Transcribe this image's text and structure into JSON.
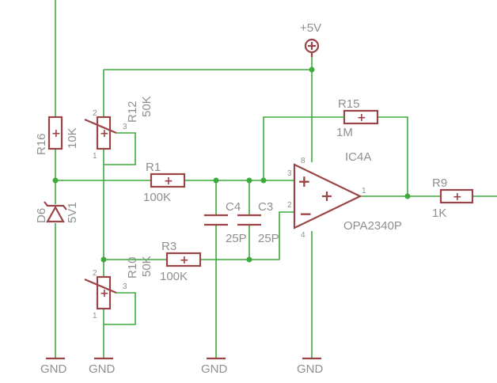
{
  "supply": {
    "label": "+5V"
  },
  "ground": {
    "label": "GND"
  },
  "opamp": {
    "ref": "IC4A",
    "part": "OPA2340P",
    "pin_noninv": "3",
    "pin_inv": "2",
    "pin_out": "1",
    "pin_vcc": "8",
    "pin_gnd": "4",
    "plus_sign": "+",
    "minus_sign": "−"
  },
  "r16": {
    "ref": "R16",
    "value": "10K"
  },
  "r12": {
    "ref": "R12",
    "value": "50K",
    "pin1": "1",
    "pin2": "2",
    "pin3": "3"
  },
  "r10": {
    "ref": "R10",
    "value": "50K",
    "pin1": "1",
    "pin2": "2",
    "pin3": "3"
  },
  "r1": {
    "ref": "R1",
    "value": "100K"
  },
  "r3": {
    "ref": "R3",
    "value": "100K"
  },
  "r15": {
    "ref": "R15",
    "value": "1M"
  },
  "r9": {
    "ref": "R9",
    "value": "1K"
  },
  "c4": {
    "ref": "C4",
    "value": "25P"
  },
  "c3": {
    "ref": "C3",
    "value": "25P"
  },
  "d6": {
    "ref": "D6",
    "value": "5V1"
  },
  "resistor_mark": "+",
  "colors": {
    "wire": "#3cab3c",
    "component": "#9a4448",
    "text": "#8f8f8f",
    "background": "#ffffff"
  }
}
